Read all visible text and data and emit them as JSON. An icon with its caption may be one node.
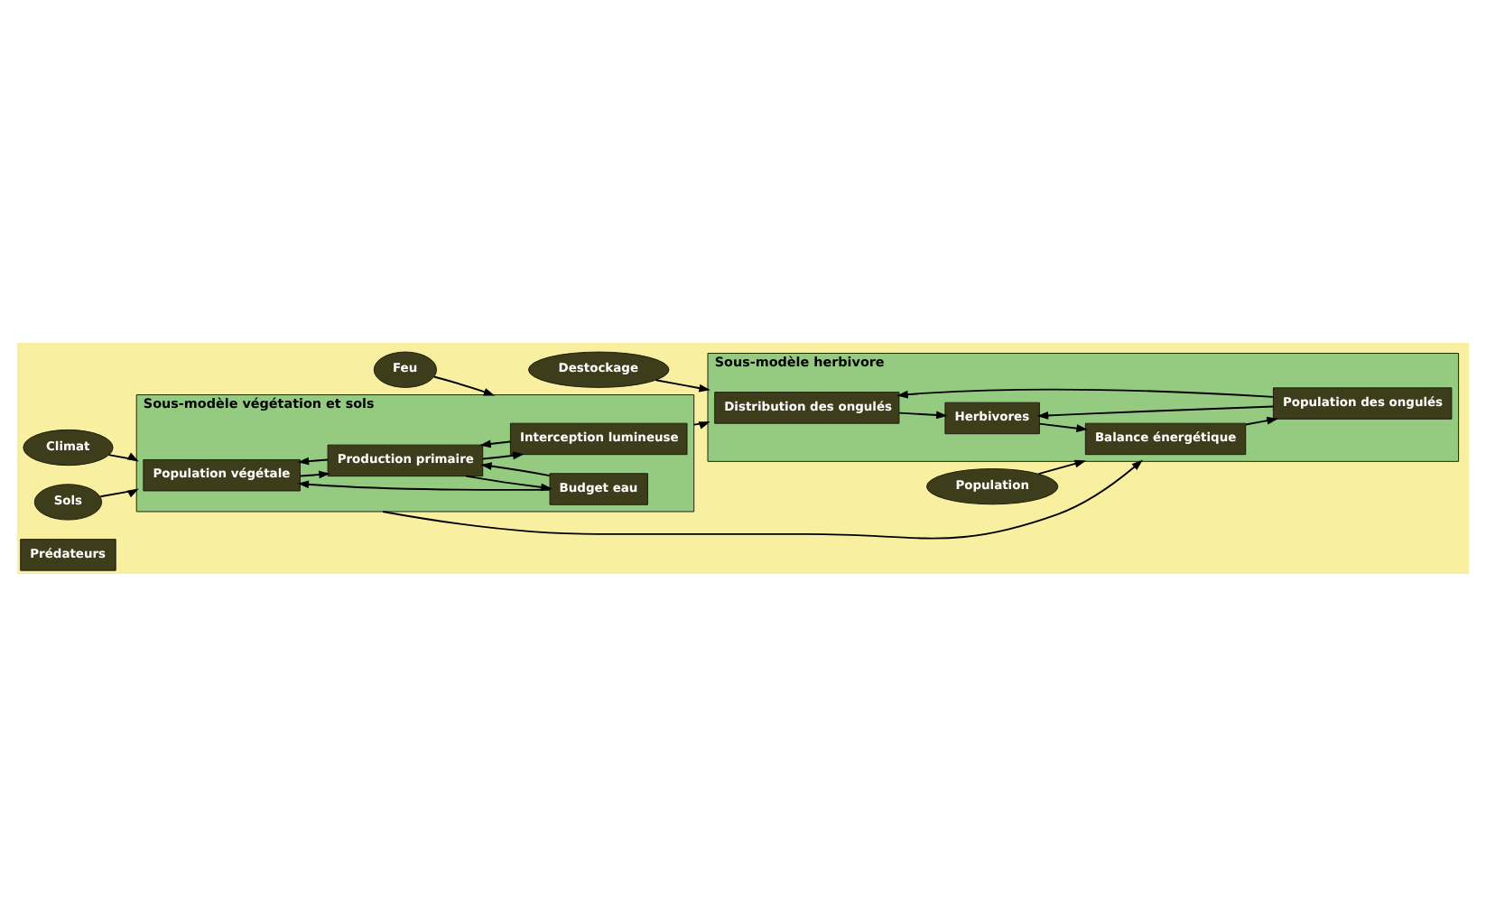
{
  "diagram": {
    "nodes": [
      {
        "text": [
          "Prédateurs"
        ]
      },
      {
        "text": [
          "Destockage"
        ]
      },
      {
        "text": [
          "Population"
        ]
      },
      {
        "text": [
          "Climat"
        ]
      },
      {
        "text": [
          "Feu"
        ]
      },
      {
        "text": [
          "Sols"
        ]
      },
      {
        "text": [
          "Sous-modèle herbivore"
        ]
      },
      {
        "text": [
          "Distribution des ongulés"
        ],
        "in": 6
      },
      {
        "text": [
          "Population des ongulés"
        ],
        "in": 6
      },
      {
        "text": [
          "Balance énergétique"
        ],
        "in": 6
      },
      {
        "text": [
          "Herbivores"
        ],
        "in": 6
      },
      {
        "text": [
          "Sous-modèle végétation et sols"
        ]
      },
      {
        "text": [
          "Population végétale"
        ],
        "in": 11
      },
      {
        "text": [
          "Production primaire"
        ],
        "in": 11
      },
      {
        "text": [
          "Interception lumineuse"
        ],
        "in": 11
      },
      {
        "text": [
          "Budget eau"
        ],
        "in": 11
      }
    ],
    "edges": [
      {
        "from": 1,
        "to": 6,
        "arrow": "to"
      },
      {
        "from": 2,
        "to": 6,
        "arrow": "to"
      },
      {
        "from": 3,
        "to": 11,
        "arrow": "to"
      },
      {
        "from": 4,
        "to": 11,
        "arrow": "to"
      },
      {
        "from": 5,
        "to": 11,
        "arrow": "to"
      },
      {
        "from": 11,
        "to": 6,
        "arrow": "to"
      },
      {
        "from": 11,
        "to": 6,
        "arrow": "to"
      },
      {
        "from": 10,
        "to": 9,
        "arrow": "to"
      },
      {
        "from": 9,
        "to": 8,
        "arrow": "to"
      },
      {
        "from": 8,
        "to": 7,
        "arrow": "to"
      },
      {
        "from": 7,
        "to": 10,
        "arrow": "to"
      },
      {
        "from": 8,
        "to": 10,
        "arrow": "to"
      },
      {
        "from": 13,
        "to": 12,
        "arrow": "to"
      },
      {
        "from": 12,
        "to": 13,
        "arrow": "to"
      },
      {
        "from": 14,
        "to": 13,
        "arrow": "to"
      },
      {
        "from": 13,
        "to": 14,
        "arrow": "to"
      },
      {
        "from": 15,
        "to": 12,
        "arrow": "to"
      },
      {
        "from": 15,
        "to": 13,
        "arrow": "to"
      },
      {
        "from": 13,
        "to": 15,
        "arrow": "to"
      }
    ]
  }
}
